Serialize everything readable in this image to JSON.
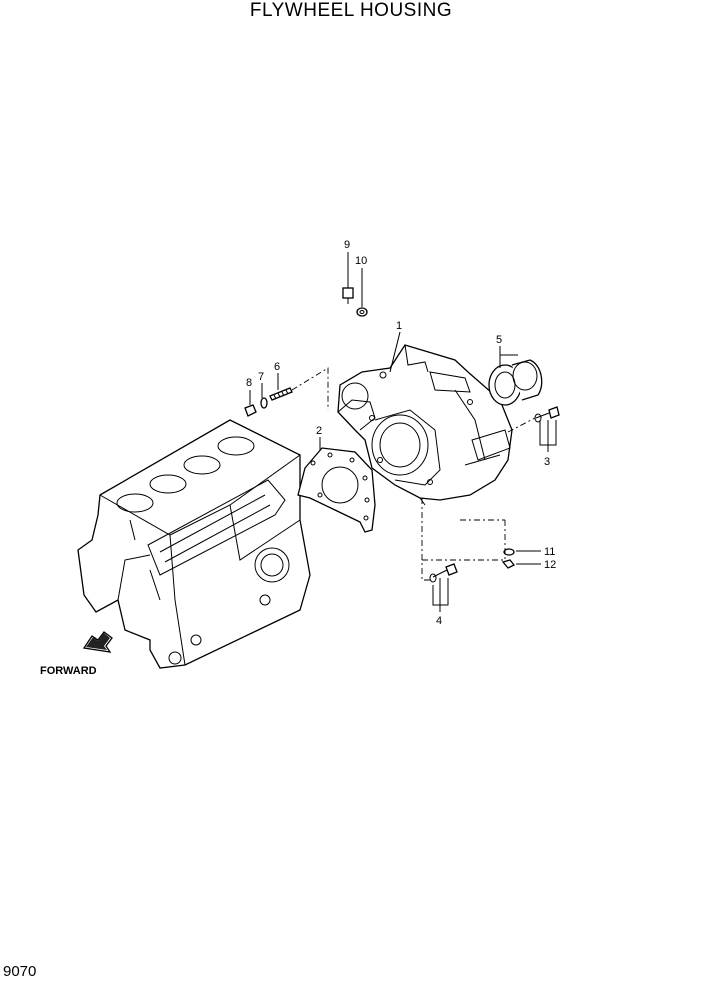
{
  "page": {
    "title": "FLYWHEEL HOUSING",
    "page_code": "9070"
  },
  "direction_label": "FORWARD",
  "callouts": [
    {
      "id": "1",
      "label": "1"
    },
    {
      "id": "2",
      "label": "2"
    },
    {
      "id": "3",
      "label": "3"
    },
    {
      "id": "4",
      "label": "4"
    },
    {
      "id": "5",
      "label": "5"
    },
    {
      "id": "6",
      "label": "6"
    },
    {
      "id": "7",
      "label": "7"
    },
    {
      "id": "8",
      "label": "8"
    },
    {
      "id": "9",
      "label": "9"
    },
    {
      "id": "10",
      "label": "10"
    },
    {
      "id": "11",
      "label": "11"
    },
    {
      "id": "12",
      "label": "12"
    }
  ]
}
